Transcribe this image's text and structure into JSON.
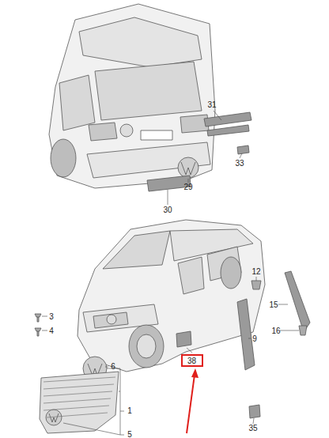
{
  "diagram": {
    "nodes": [
      {
        "text": [
          "38"
        ]
      }
    ],
    "labels": [
      "31",
      "33",
      "29",
      "30",
      "12",
      "15",
      "3",
      "4",
      "6",
      "16",
      "9",
      "1",
      "5",
      "35"
    ]
  }
}
